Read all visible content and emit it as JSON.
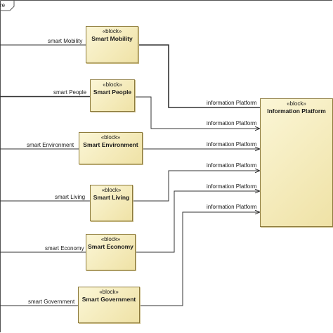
{
  "frame": {
    "label": "re"
  },
  "blocks": [
    {
      "id": "smart-mobility",
      "stereotype": "«block»",
      "name": "Smart Mobility",
      "port_label": "smart Mobility",
      "link_label": "information Platform"
    },
    {
      "id": "smart-people",
      "stereotype": "«block»",
      "name": "Smart People",
      "port_label": "smart People",
      "link_label": "information Platform"
    },
    {
      "id": "smart-environment",
      "stereotype": "«block»",
      "name": "Smart Environment",
      "port_label": "smart Environment",
      "link_label": "information Platform"
    },
    {
      "id": "smart-living",
      "stereotype": "«block»",
      "name": "Smart Living",
      "port_label": "smart Living",
      "link_label": "information Platform"
    },
    {
      "id": "smart-economy",
      "stereotype": "«block»",
      "name": "Smart Economy",
      "port_label": "smart Economy",
      "link_label": "information Platform"
    },
    {
      "id": "smart-government",
      "stereotype": "«block»",
      "name": "Smart Government",
      "port_label": "smart Government",
      "link_label": ""
    }
  ],
  "platform": {
    "stereotype": "«block»",
    "name": "Information Platform"
  }
}
